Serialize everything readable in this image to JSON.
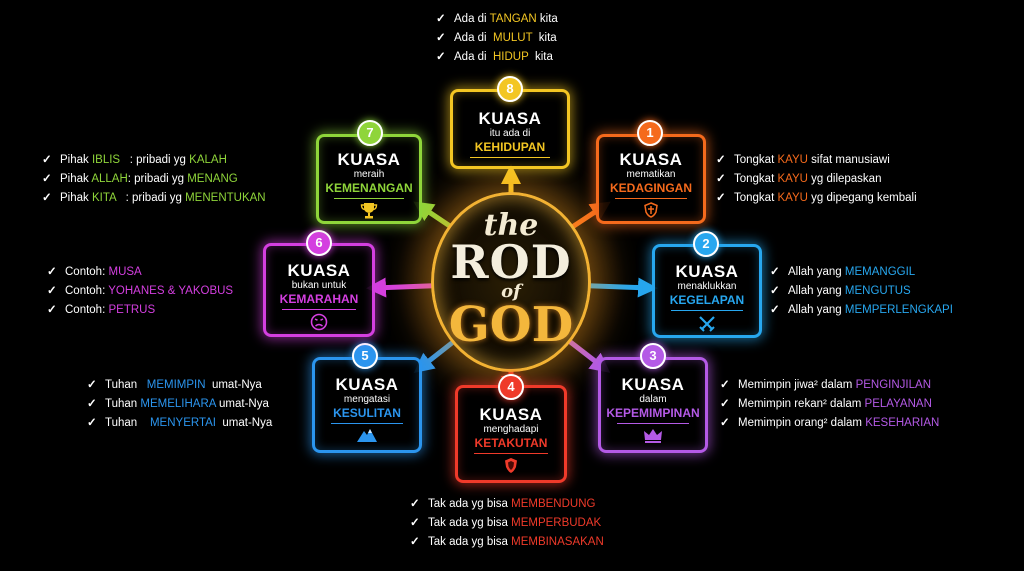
{
  "hub": {
    "the": "the",
    "rod": "ROD",
    "of": "of",
    "god": "GOD"
  },
  "colors": {
    "c1": "#f56a1c",
    "c2": "#27a7ef",
    "c3": "#b45ae6",
    "c4": "#ef3a2a",
    "c5": "#2b95ee",
    "c6": "#d43fe0",
    "c7": "#8fd53a",
    "c8": "#f3c623"
  },
  "nodes": [
    {
      "num": "1",
      "title": "KUASA",
      "sub": "mematikan",
      "key": "KEDAGINGAN",
      "icon": "shield-cross-icon"
    },
    {
      "num": "2",
      "title": "KUASA",
      "sub": "menaklukkan",
      "key": "KEGELAPAN",
      "icon": "crossed-swords-icon"
    },
    {
      "num": "3",
      "title": "KUASA",
      "sub": "dalam",
      "key": "KEPEMIMPINAN",
      "icon": "crown-icon"
    },
    {
      "num": "4",
      "title": "KUASA",
      "sub": "menghadapi",
      "key": "KETAKUTAN",
      "icon": "shield-icon"
    },
    {
      "num": "5",
      "title": "KUASA",
      "sub": "mengatasi",
      "key": "KESULITAN",
      "icon": "mountain-icon"
    },
    {
      "num": "6",
      "title": "KUASA",
      "sub": "bukan untuk",
      "key": "KEMARAHAN",
      "icon": "angry-face-icon"
    },
    {
      "num": "7",
      "title": "KUASA",
      "sub": "meraih",
      "key": "KEMENANGAN",
      "icon": "trophy-icon"
    },
    {
      "num": "8",
      "title": "KUASA",
      "sub": "itu ada di",
      "key": "KEHIDUPAN",
      "icon": ""
    }
  ],
  "lists": {
    "n8": [
      {
        "pre": "Ada di ",
        "hi": "TANGAN",
        "post": " kita"
      },
      {
        "pre": "Ada di  ",
        "hi": "MULUT",
        "post": "  kita"
      },
      {
        "pre": "Ada di  ",
        "hi": "HIDUP",
        "post": "  kita"
      }
    ],
    "n1": [
      {
        "pre": "Tongkat ",
        "hi": "KAYU",
        "post": " sifat manusiawi"
      },
      {
        "pre": "Tongkat ",
        "hi": "KAYU",
        "post": " yg dilepaskan"
      },
      {
        "pre": "Tongkat ",
        "hi": "KAYU",
        "post": " yg dipegang kembali"
      }
    ],
    "n2": [
      {
        "pre": "Allah yang ",
        "hi": "MEMANGGIL",
        "post": ""
      },
      {
        "pre": "Allah yang ",
        "hi": "MENGUTUS",
        "post": ""
      },
      {
        "pre": "Allah yang ",
        "hi": "MEMPERLENGKAPI",
        "post": ""
      }
    ],
    "n3": [
      {
        "pre": "Memimpin jiwa² dalam ",
        "hi": "PENGINJILAN",
        "post": ""
      },
      {
        "pre": "Memimpin rekan² dalam ",
        "hi": "PELAYANAN",
        "post": ""
      },
      {
        "pre": "Memimpin orang² dalam ",
        "hi": "KESEHARIAN",
        "post": ""
      }
    ],
    "n4": [
      {
        "pre": "Tak ada yg bisa ",
        "hi": "MEMBENDUNG",
        "post": ""
      },
      {
        "pre": "Tak ada yg bisa ",
        "hi": "MEMPERBUDAK",
        "post": ""
      },
      {
        "pre": "Tak ada yg bisa ",
        "hi": "MEMBINASAKAN",
        "post": ""
      }
    ],
    "n5": [
      {
        "pre": "Tuhan   ",
        "hi": "MEMIMPIN",
        "post": "  umat-Nya"
      },
      {
        "pre": "Tuhan ",
        "hi": "MEMELIHARA",
        "post": " umat-Nya"
      },
      {
        "pre": "Tuhan    ",
        "hi": "MENYERTAI",
        "post": "  umat-Nya"
      }
    ],
    "n6": [
      {
        "pre": "Contoh: ",
        "hi": "MUSA",
        "post": ""
      },
      {
        "pre": "Contoh: ",
        "hi": "YOHANES & YAKOBUS",
        "post": ""
      },
      {
        "pre": "Contoh: ",
        "hi": "PETRUS",
        "post": ""
      }
    ],
    "n7": [
      {
        "pre": "Pihak ",
        "hi": "IBLIS",
        "post": "   : pribadi yg ",
        "hi2": "KALAH"
      },
      {
        "pre": "Pihak ",
        "hi": "ALLAH",
        "post": ": pribadi yg ",
        "hi2": "MENANG"
      },
      {
        "pre": "Pihak ",
        "hi": "KITA",
        "post": "   : pribadi yg ",
        "hi2": "MENENTUKAN"
      }
    ]
  }
}
